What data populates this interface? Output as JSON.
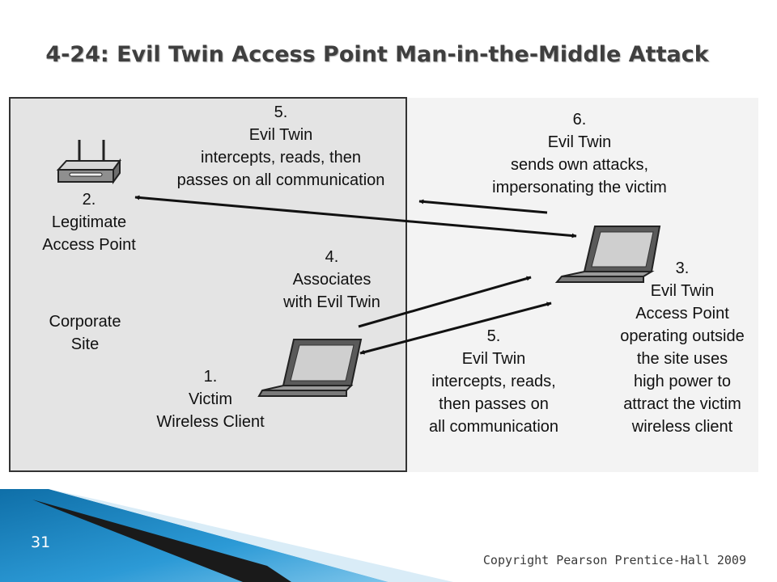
{
  "slide": {
    "title": "4-24: Evil Twin Access Point Man-in-the-Middle Attack",
    "page_number": "31",
    "copyright": "Copyright Pearson Prentice-Hall 2009"
  },
  "colors": {
    "corporate_site_bg": "#e4e4e4",
    "outside_bg": "#f3f3f3",
    "arrow": "#111111",
    "footer_blue": "#1e87c2"
  },
  "diagram": {
    "corporate_site_label": [
      "Corporate",
      "Site"
    ],
    "legit_ap": {
      "icon": "wireless-router-icon",
      "label": [
        "2.",
        "Legitimate",
        "Access Point"
      ]
    },
    "victim": {
      "icon": "laptop-icon",
      "label": [
        "1.",
        "Victim",
        "Wireless Client"
      ]
    },
    "evil_twin": {
      "icon": "laptop-icon",
      "label": [
        "3.",
        "Evil Twin",
        "Access Point",
        "operating outside",
        "the site uses",
        "high power to",
        "attract the victim",
        "wireless client"
      ]
    },
    "step4": [
      "4.",
      "Associates",
      "with Evil Twin"
    ],
    "step5_top": [
      "5.",
      "Evil Twin",
      "intercepts, reads, then",
      "passes on all communication"
    ],
    "step5_bottom": [
      "5.",
      "Evil Twin",
      "intercepts, reads,",
      "then passes on",
      "all communication"
    ],
    "step6": [
      "6.",
      "Evil Twin",
      "sends own attacks,",
      "impersonating the victim"
    ]
  }
}
